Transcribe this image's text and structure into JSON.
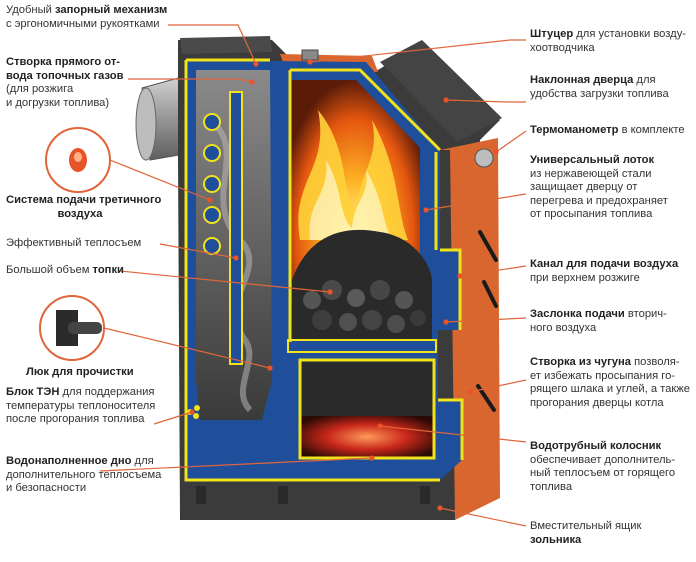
{
  "colors": {
    "leader_line": "#e0653a",
    "leader_dot": "#e8542a",
    "jacket_blue": "#1f4f9a",
    "trim_yellow": "#f2e21a",
    "casing_orange": "#d9662e",
    "casing_dark": "#3b3b3b",
    "flame": "#f08a12",
    "ember": "#c8271a"
  },
  "labels": {
    "lock_mechanism": {
      "l1_normal": "Удобный ",
      "l1_bold": "запорный механизм",
      "l2": "с эргономичными рукоятками"
    },
    "gas_flap": {
      "l1": "Створка прямого от-",
      "l2": "вода топочных газов",
      "l3": "(для розжига",
      "l4": "и догрузки топлива)"
    },
    "tertiary_air": {
      "l1": "Система подачи третичного",
      "l2": "воздуха"
    },
    "heat_removal": {
      "l1": "Эффективный теплосъем"
    },
    "firebox": {
      "l1_normal": "Большой объем ",
      "l1_bold": "топки"
    },
    "cleaning_hatch": {
      "l1": "Люк для прочистки"
    },
    "ten_block": {
      "l1_bold": "Блок ТЭН",
      "l1_normal": " для поддержания",
      "l2": "температуры теплоносителя",
      "l3": "после прогорания топлива"
    },
    "water_bottom": {
      "l1_bold": "Водонаполненное дно",
      "l1_normal": " для",
      "l2": "дополнительного теплосъема",
      "l3": "и безопасности"
    },
    "fitting": {
      "l1_bold": "Штуцер",
      "l1_normal": " для установки возду-",
      "l2": "хоотводчика"
    },
    "tilted_door": {
      "l1_bold": "Наклонная дверца",
      "l1_normal": " для",
      "l2": "удобства загрузки топлива"
    },
    "thermomanometer": {
      "l1_bold": "Термоманометр",
      "l1_normal": " в комплекте"
    },
    "universal_tray": {
      "l1": "Универсальный лоток",
      "l2": "из нержавеющей стали",
      "l3": "защищает дверцу от",
      "l4": "перегрева и предохраняет",
      "l5": "от просыпания топлива"
    },
    "air_channel": {
      "l1_bold": "Канал для подачи воздуха",
      "l2": "при верхнем розжиге"
    },
    "secondary_damper": {
      "l1_bold": "Заслонка подачи",
      "l1_normal": " вторич-",
      "l2": "ного воздуха"
    },
    "cast_iron_flap": {
      "l1_bold": "Створка из чугуна",
      "l1_normal": " позволя-",
      "l2": "ет избежать просыпания го-",
      "l3": "рящего шлака и углей, а также",
      "l4": "прогорания дверцы котла"
    },
    "water_grate": {
      "l1_bold": "Водотрубный колосник",
      "l2": "обеспечивает дополнитель-",
      "l3": "ный теплосъем от горящего",
      "l4": "топлива"
    },
    "ash_box": {
      "l1": "Вместительный ящик",
      "l2": "зольника"
    }
  }
}
